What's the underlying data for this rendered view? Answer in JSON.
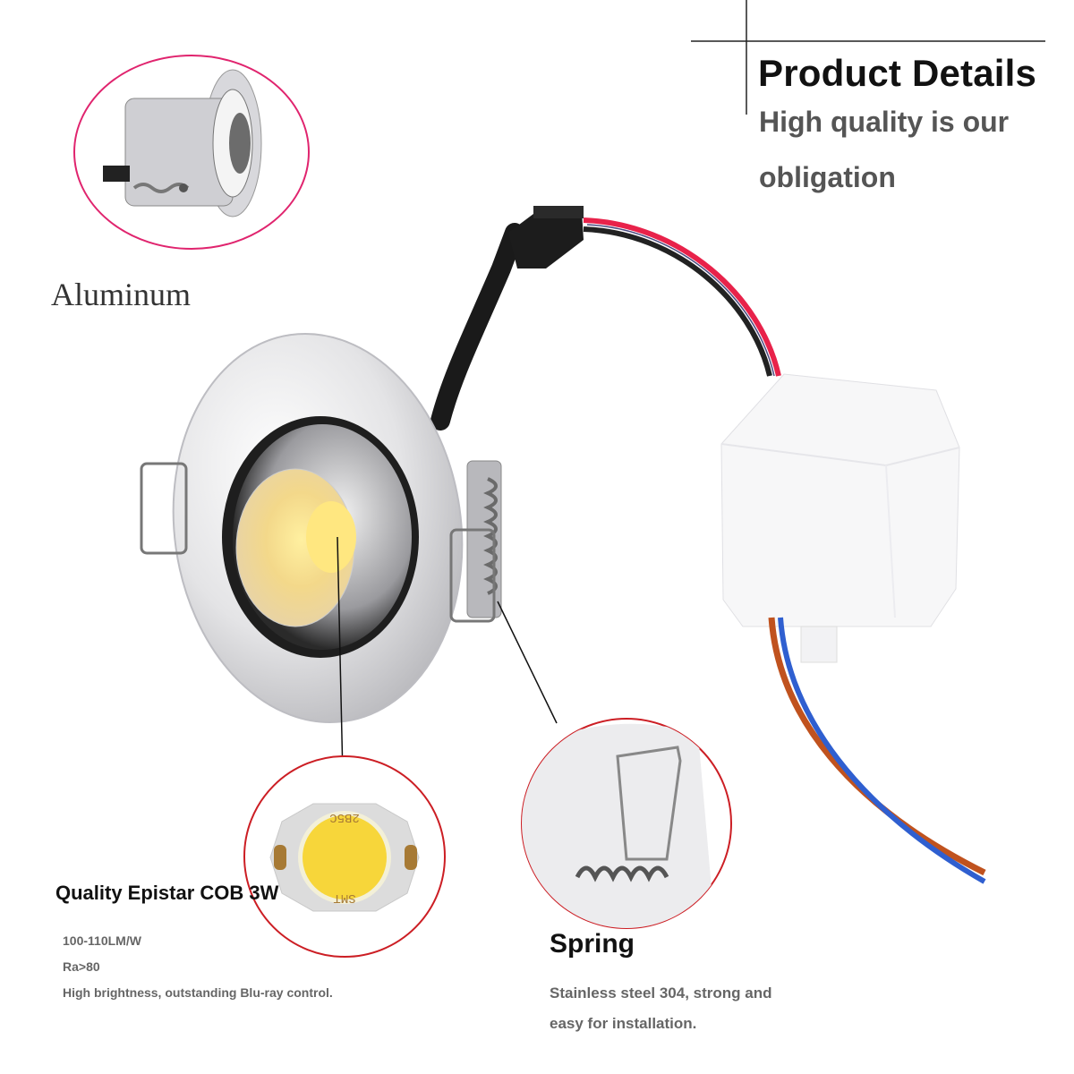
{
  "header": {
    "title": "Product Details",
    "subtitle_line1": "High quality is our",
    "subtitle_line2": "obligation"
  },
  "callouts": {
    "material": {
      "label": "Aluminum"
    },
    "cob": {
      "title": "Quality Epistar COB 3W",
      "specs": [
        "100-110LM/W",
        "Ra>80",
        "High brightness, outstanding Blu-ray control."
      ],
      "chip_marks": {
        "top": "2B5C",
        "bottom": "SMT"
      }
    },
    "spring": {
      "title": "Spring",
      "desc_line1": "Stainless steel 304, strong and",
      "desc_line2": "easy for installation."
    }
  },
  "colors": {
    "material_circle": "#e0246e",
    "detail_circle": "#cc1e24",
    "chip_yellow": "#f7d63a",
    "wire_red": "#e8224a",
    "wire_blue": "#2f5fd0",
    "wire_brown": "#c0521e"
  }
}
